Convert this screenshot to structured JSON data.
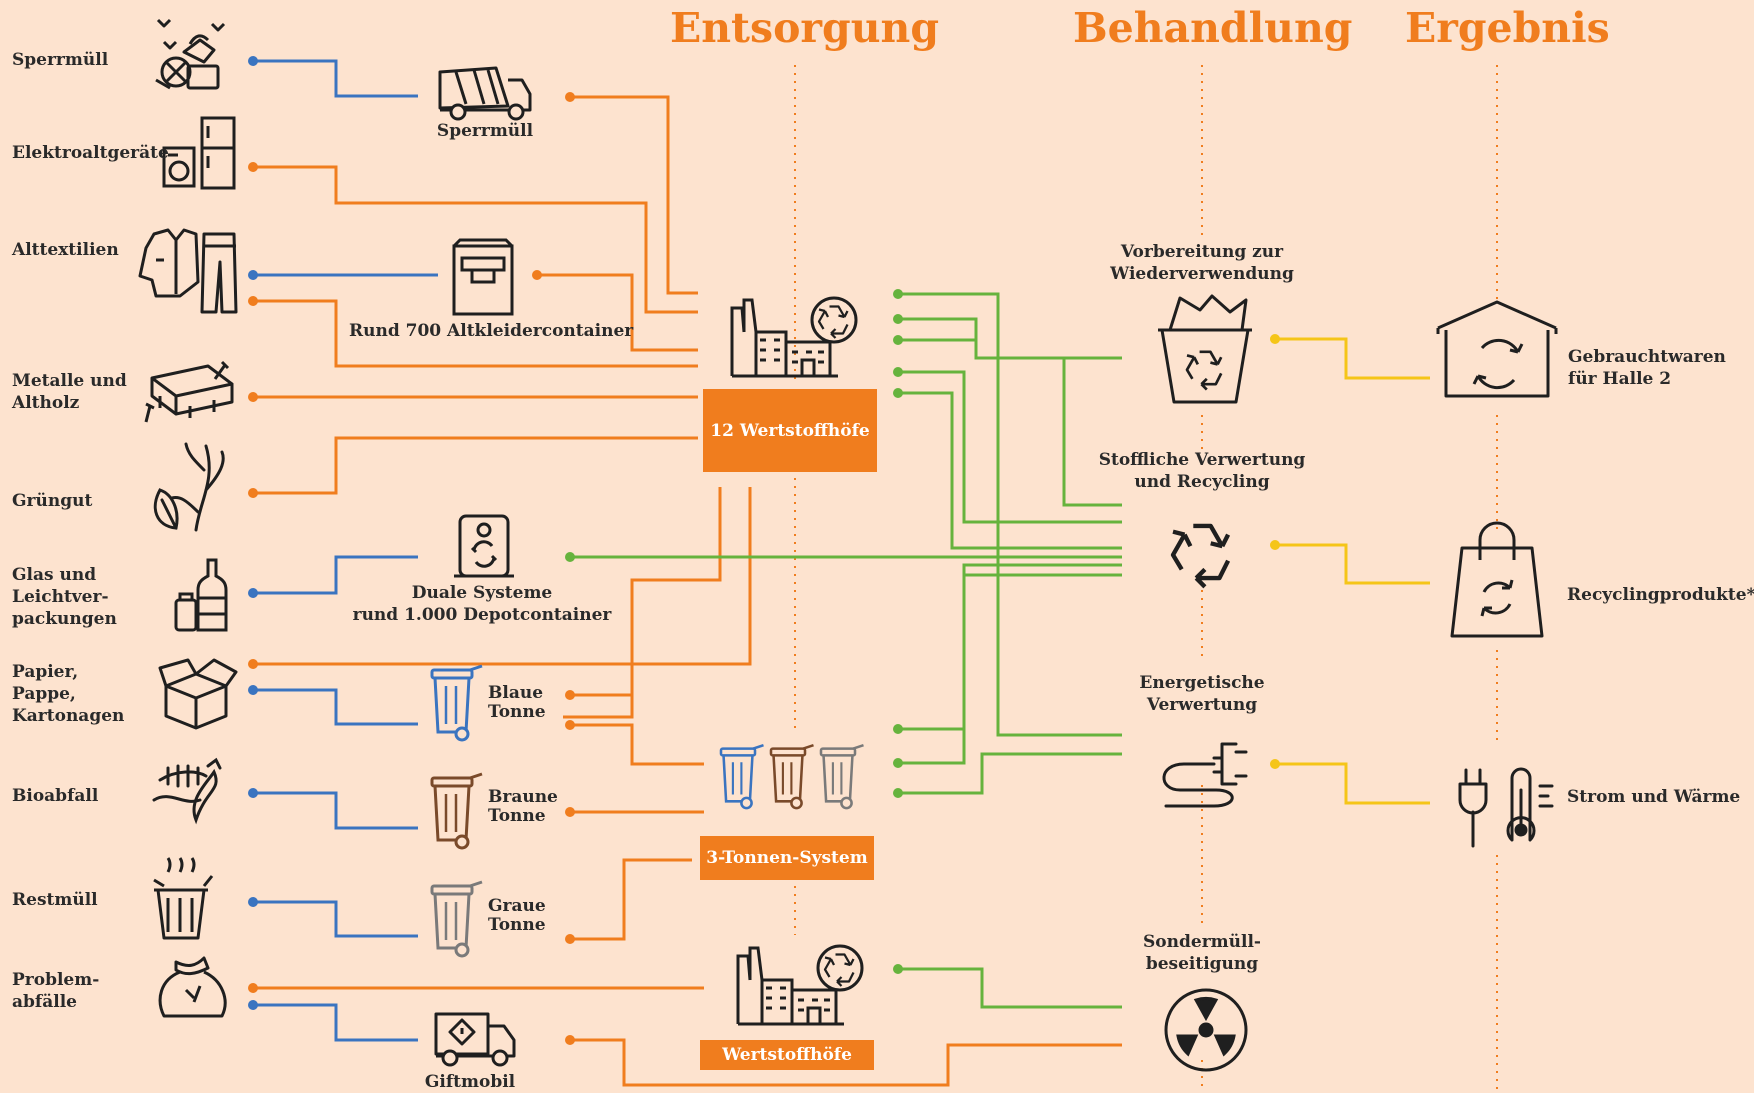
{
  "headers": {
    "disposal": "Entsorgung",
    "treatment": "Behandlung",
    "result": "Ergebnis"
  },
  "sources": {
    "sperrmuell": "Sperrmüll",
    "elektro": "Elektroaltgeräte",
    "textil": "Alttextilien",
    "metall_1": "Metalle und",
    "metall_2": "Altholz",
    "gruen": "Grüngut",
    "glas_1": "Glas und",
    "glas_2": "Leichtver-",
    "glas_3": "packungen",
    "papier_1": "Papier,",
    "papier_2": "Pappe,",
    "papier_3": "Kartonagen",
    "bio": "Bioabfall",
    "rest": "Restmüll",
    "problem_1": "Problem-",
    "problem_2": "abfälle"
  },
  "collection": {
    "sperrmuell_truck": "Sperrmüll",
    "altkleider": "Rund 700 Altkleidercontainer",
    "duale_1": "Duale Systeme",
    "duale_2": "rund 1.000 Depotcontainer",
    "blaue_1": "Blaue",
    "blaue_2": "Tonne",
    "braune_1": "Braune",
    "braune_2": "Tonne",
    "graue_1": "Graue",
    "graue_2": "Tonne",
    "giftmobil": "Giftmobil"
  },
  "boxes": {
    "wertstoffhoefe_12": "12 Wertstoffhöfe",
    "tonnen_system": "3-Tonnen-System",
    "wertstoffhoefe": "Wertstoffhöfe"
  },
  "treatment": {
    "vorbereitung_1": "Vorbereitung zur",
    "vorbereitung_2": "Wiederverwendung",
    "stofflich_1": "Stoffliche Verwertung",
    "stofflich_2": "und Recycling",
    "energie_1": "Energetische",
    "energie_2": "Verwertung",
    "sonder_1": "Sondermüll-",
    "sonder_2": "beseitigung"
  },
  "results": {
    "gebraucht_1": "Gebrauchtwaren",
    "gebraucht_2": "für Halle 2",
    "recycling": "Recyclingprodukte*",
    "strom": "Strom und Wärme"
  },
  "colors": {
    "background": "#fde3cf",
    "accent_orange": "#f07d1e",
    "line_blue": "#3a74c0",
    "line_green": "#66b33d",
    "line_yellow": "#f5c518",
    "bin_blue": "#3a74c0",
    "bin_brown": "#7a4a2a",
    "bin_grey": "#7a7a7a"
  },
  "icons": [
    "bulky-waste-icon",
    "appliances-icon",
    "clothes-icon",
    "pallet-icon",
    "plant-icon",
    "bottles-icon",
    "box-icon",
    "fishbone-icon",
    "trash-can-icon",
    "sack-icon",
    "garbage-truck-icon",
    "clothes-container-icon",
    "depot-container-icon",
    "blue-bin-icon",
    "brown-bin-icon",
    "grey-bin-icon",
    "hazmat-truck-icon",
    "recycling-factory-icon",
    "three-bins-icon",
    "basket-recycle-icon",
    "recycle-icon",
    "plug-icon",
    "radiation-icon",
    "house-recycle-icon",
    "bag-recycle-icon",
    "plug-thermometer-icon"
  ]
}
